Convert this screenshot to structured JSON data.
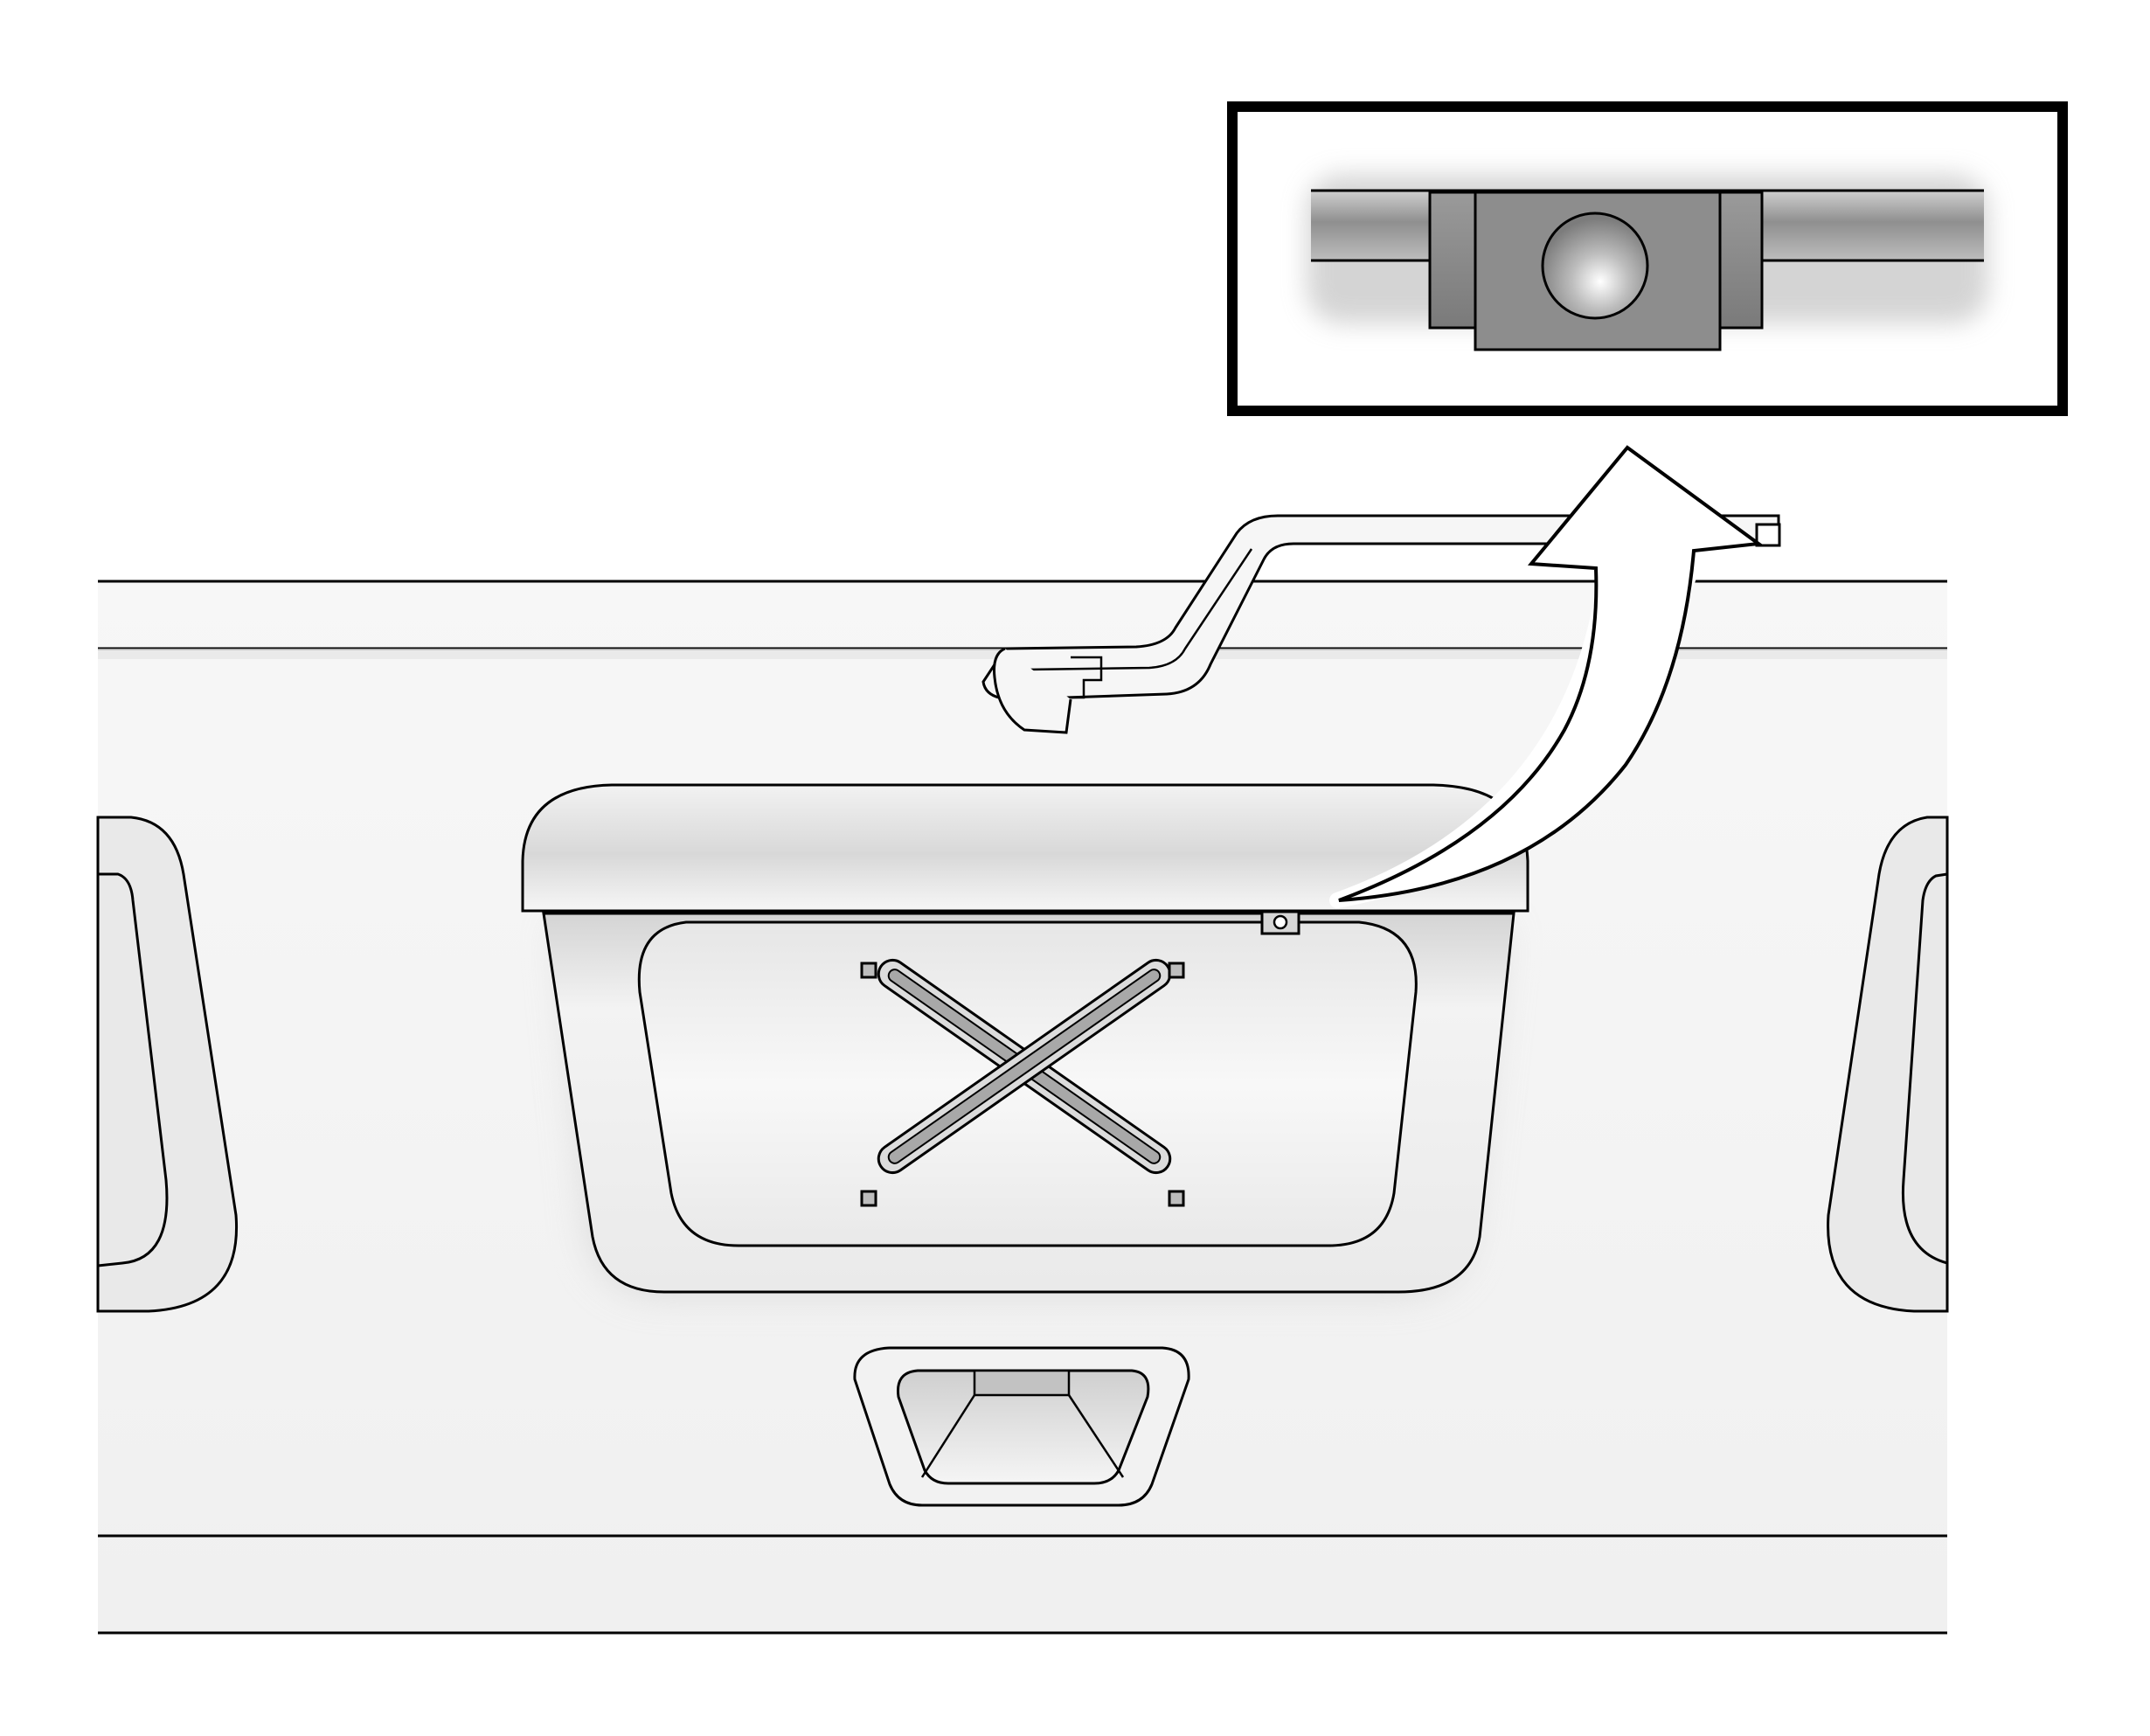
{
  "figure": {
    "background_color": "#ffffff",
    "line_color": "#000000",
    "panel_fill": "#f4f4f4",
    "detail_fill": "#8a8a8a",
    "inset_frame_color": "#000000",
    "icons": [
      "tailgate-panel",
      "license-plate-recess",
      "x-embossing",
      "tailgate-handle",
      "camera-lens",
      "callout-arrow",
      "inset-zoom-frame"
    ]
  }
}
